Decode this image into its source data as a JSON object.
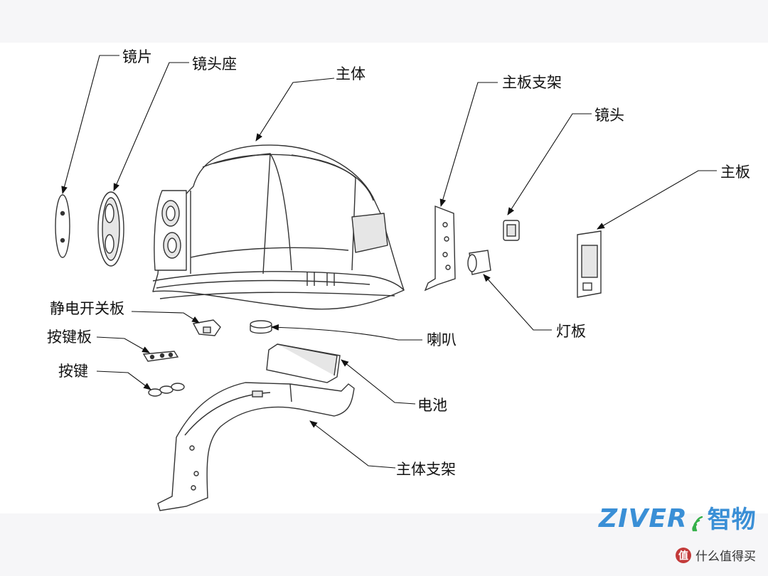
{
  "labels": {
    "lens": "镜片",
    "lens_mount": "镜头座",
    "body": "主体",
    "mainboard_bracket": "主板支架",
    "camera": "镜头",
    "mainboard": "主板",
    "static_switch_board": "静电开关板",
    "button_board": "按键板",
    "button": "按键",
    "speaker": "喇叭",
    "light_board": "灯板",
    "battery": "电池",
    "body_bracket": "主体支架"
  },
  "logo": {
    "latin": "ZIVER",
    "chinese": "智物",
    "color": "#3a8fd6",
    "accent_color": "#35b04a"
  },
  "watermark": {
    "badge": "值",
    "text": "什么值得买"
  },
  "colors": {
    "line": "#333333",
    "leader": "#111111",
    "fill": "#ffffff",
    "shade": "#e6e6e6"
  }
}
